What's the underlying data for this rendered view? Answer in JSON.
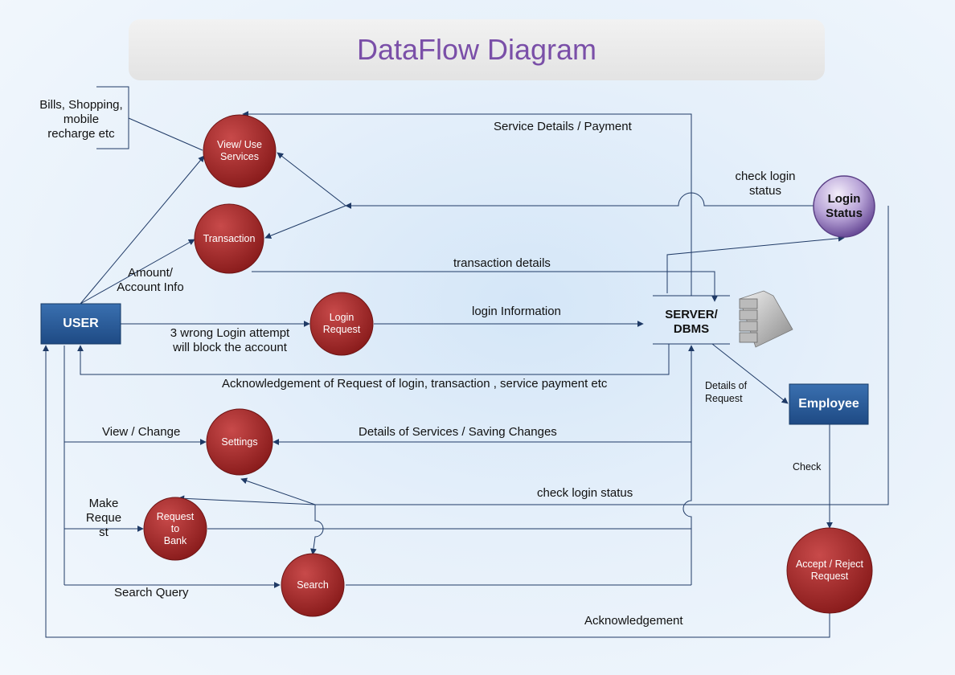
{
  "title": "DataFlow Diagram",
  "nodes": {
    "user": "USER",
    "employee": "Employee",
    "server_line1": "SERVER/",
    "server_line2": "DBMS",
    "view_services_line1": "View/ Use",
    "view_services_line2": "Services",
    "transaction": "Transaction",
    "login_request_line1": "Login",
    "login_request_line2": "Request",
    "settings": "Settings",
    "request_bank_line1": "Request",
    "request_bank_line2": "to",
    "request_bank_line3": "Bank",
    "search": "Search",
    "accept_reject_line1": "Accept / Reject",
    "accept_reject_line2": "Request",
    "login_status_line1": "Login",
    "login_status_line2": "Status"
  },
  "labels": {
    "bills_line1": "Bills, Shopping,",
    "bills_line2": "mobile",
    "bills_line3": "recharge etc",
    "service_details": "Service Details / Payment",
    "check_login_line1": "check login",
    "check_login_line2": "status",
    "amount_line1": "Amount/",
    "amount_line2": "Account Info",
    "transaction_details": "transaction details",
    "login_information": "login Information",
    "wrong_login_line1": "3 wrong Login attempt",
    "wrong_login_line2": "will block the account",
    "acknowledgement_request": "Acknowledgement of Request of login, transaction , service payment etc",
    "details_request_line1": "Details of",
    "details_request_line2": "Request",
    "view_change": "View / Change",
    "details_services": "Details of Services / Saving Changes",
    "check": "Check",
    "check_login_status": "check login status",
    "make_request_line1": "Make",
    "make_request_line2": "Reque",
    "make_request_line3": "st",
    "search_query": "Search Query",
    "acknowledgement": "Acknowledgement"
  },
  "colors": {
    "process_red": "#a82a2a",
    "entity_blue": "#2c5f9e",
    "title_purple": "#7a4fa8",
    "login_status_purple": "#7b5fa8",
    "line_navy": "#1f3a66"
  },
  "icons": {
    "server": "server-icon"
  }
}
